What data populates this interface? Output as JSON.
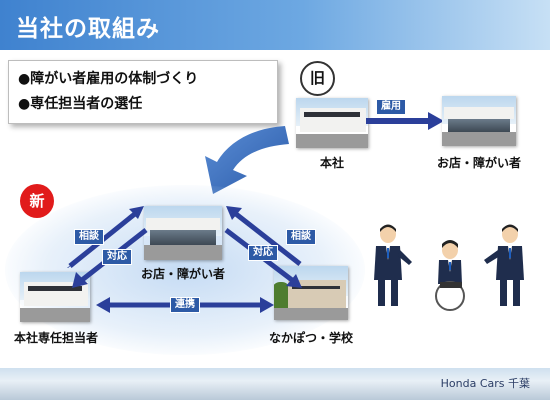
{
  "title": "当社の取組み",
  "bullets": [
    "●障がい者雇用の体制づくり",
    "●専任担当者の選任"
  ],
  "old_label": "旧",
  "new_label": "新",
  "old_flow": {
    "from_caption": "本社",
    "arrow_tag": "雇用",
    "to_caption": "お店・障がい者"
  },
  "new_flow": {
    "center_caption": "お店・障がい者",
    "left_caption": "本社専任担当者",
    "right_caption": "なかぽつ・学校",
    "left_tags": [
      "相談",
      "対応"
    ],
    "right_tags": [
      "相談",
      "対応"
    ],
    "bottom_tag": "連携"
  },
  "footer": "Honda Cars 千葉"
}
